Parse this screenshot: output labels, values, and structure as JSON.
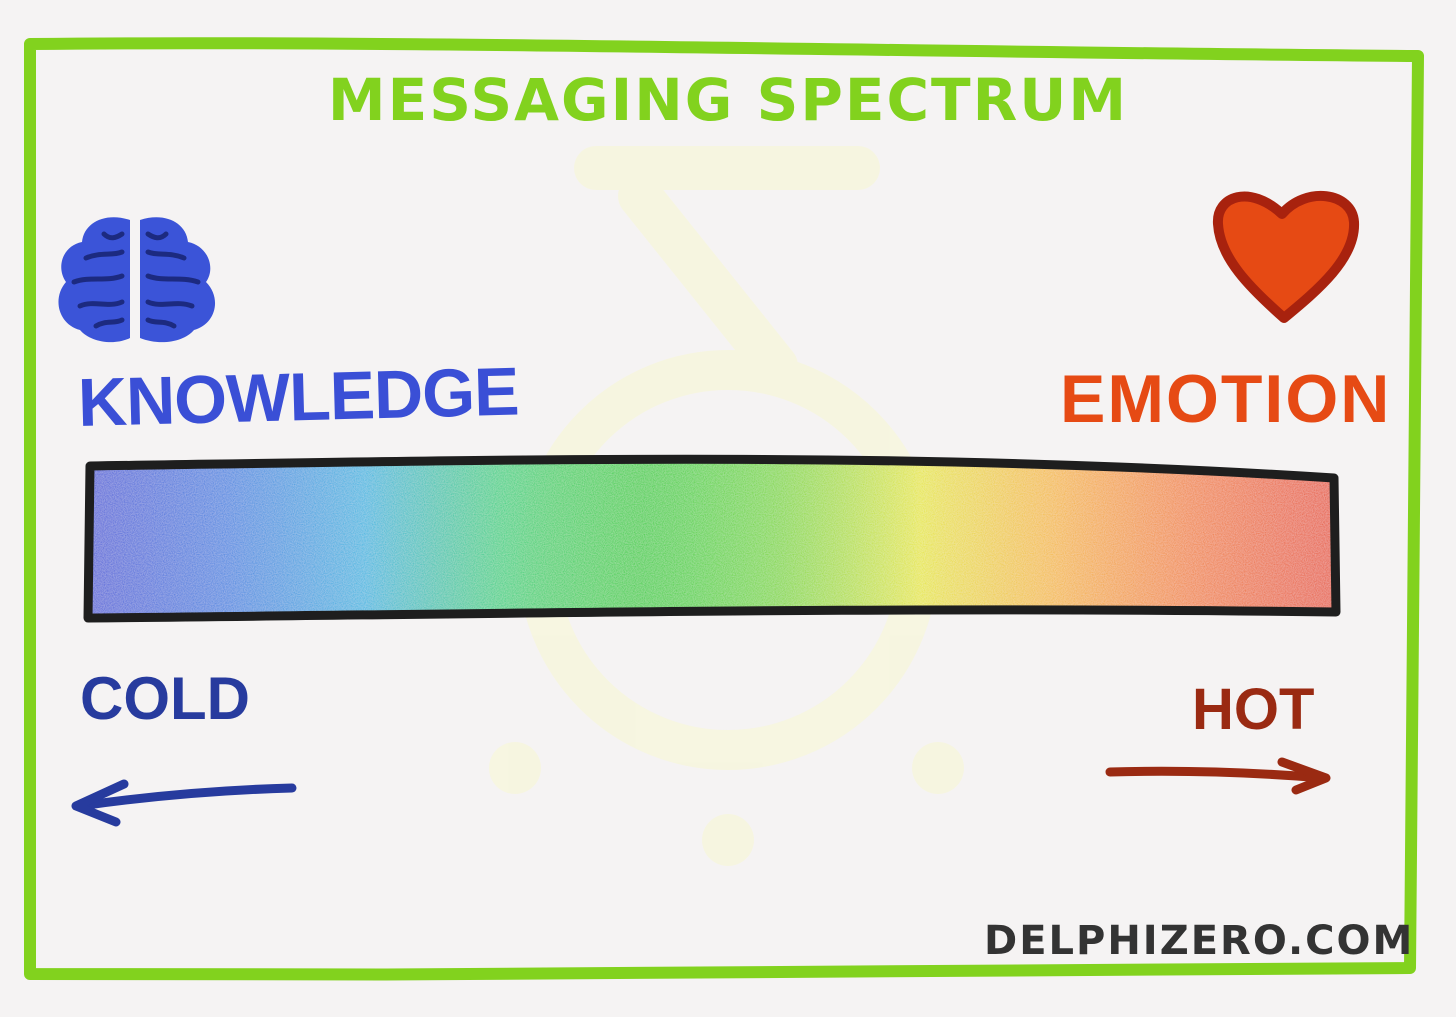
{
  "title": "MESSAGING SPECTRUM",
  "labels": {
    "left_top": "KNOWLEDGE",
    "right_top": "EMOTION",
    "left_bottom": "COLD",
    "right_bottom": "HOT"
  },
  "website": "DELPHIZERO.COM",
  "icons": {
    "left": "brain-icon",
    "right": "heart-icon",
    "left_arrow": "arrow-left-icon",
    "right_arrow": "arrow-right-icon",
    "watermark": "logo-watermark"
  },
  "colors": {
    "frame": "#82d21e",
    "title": "#82d21e",
    "knowledge": "#3a4fd6",
    "emotion": "#e64a14",
    "cold": "#273b9e",
    "hot": "#9a2a12",
    "website": "#333333",
    "bar_outline": "#1e1e1e",
    "spectrum": [
      "#3d4fd6",
      "#2f7de0",
      "#1eb3e0",
      "#1fcf7a",
      "#22cc2a",
      "#7ad61e",
      "#e6e61e",
      "#f5b426",
      "#f07a26",
      "#e6461e"
    ]
  }
}
